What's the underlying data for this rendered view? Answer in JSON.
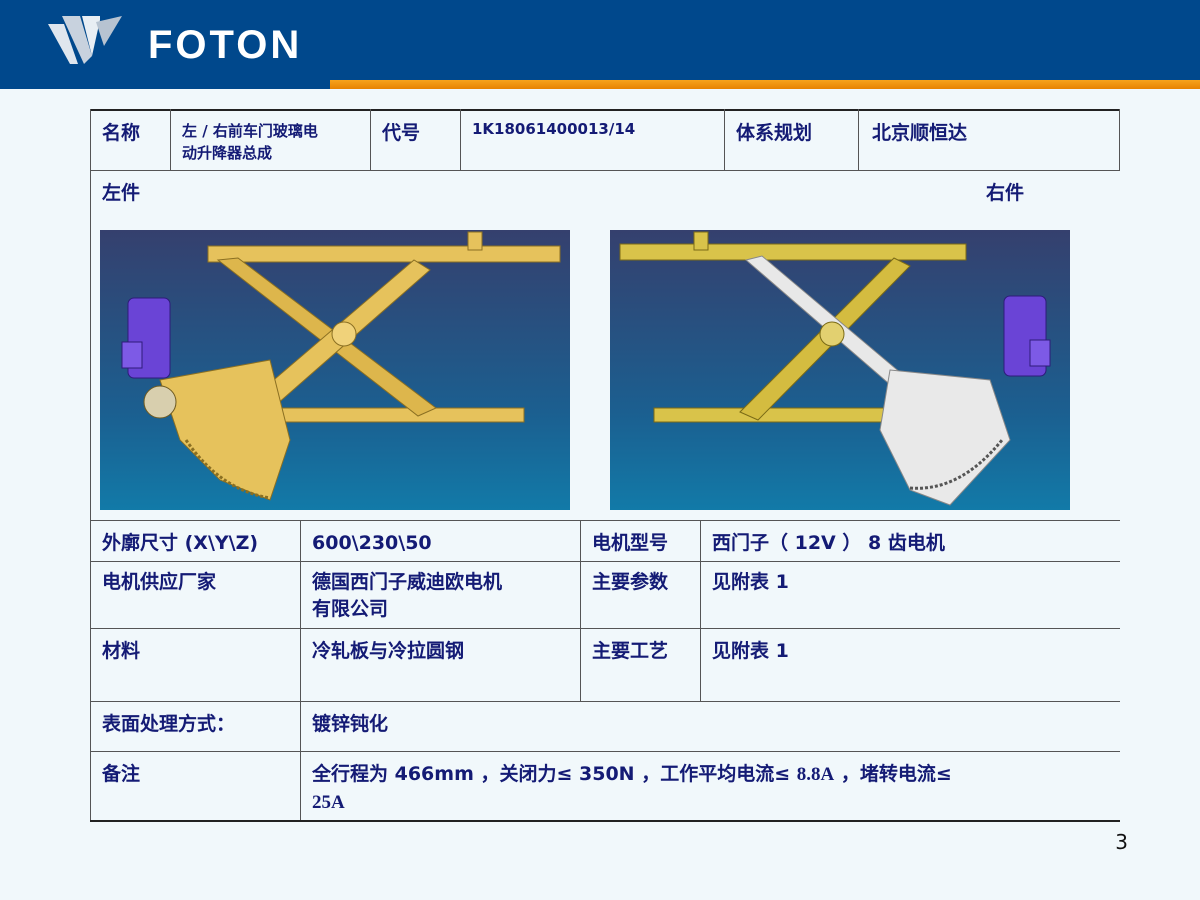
{
  "brand": {
    "name": "FOTON"
  },
  "colors": {
    "header": "#00488c",
    "stripe": "#f7a31c",
    "text": "#141b75",
    "part_yellow": "#e6c25c",
    "motor": "#6a44d6"
  },
  "spec": {
    "name_label": "名称",
    "name_value_line1": "左 / 右前车门玻璃电",
    "name_value_line2": "动升降器总成",
    "code_label": "代号",
    "code_value": "1K18061400013/14",
    "system_label": "体系规划",
    "system_value": "北京顺恒达",
    "left_label": "左件",
    "right_label": "右件",
    "outline_label": "外廓尺寸 (X\\Y\\Z)",
    "outline_value": "600\\230\\50",
    "motor_model_label": "电机型号",
    "motor_model_value": "西门子（ 12V ） 8 齿电机",
    "motor_supplier_label": "电机供应厂家",
    "motor_supplier_line1": "德国西门子威迪欧电机",
    "motor_supplier_line2": "有限公司",
    "main_params_label": "主要参数",
    "main_params_value": "见附表 1",
    "material_label": "材料",
    "material_value": "冷轧板与冷拉圆钢",
    "main_process_label": "主要工艺",
    "main_process_value": "见附表 1",
    "surface_label": "表面处理方式：",
    "surface_value": "镀锌钝化",
    "remarks_label": "备注",
    "remarks_line1_a": "全行程为 466mm ，关闭力≤ 350N ，工作平均电流≤",
    "remarks_line1_b": "8.8A",
    "remarks_line1_c": "，堵转电流≤",
    "remarks_line2": "25A"
  },
  "page_number": "3"
}
